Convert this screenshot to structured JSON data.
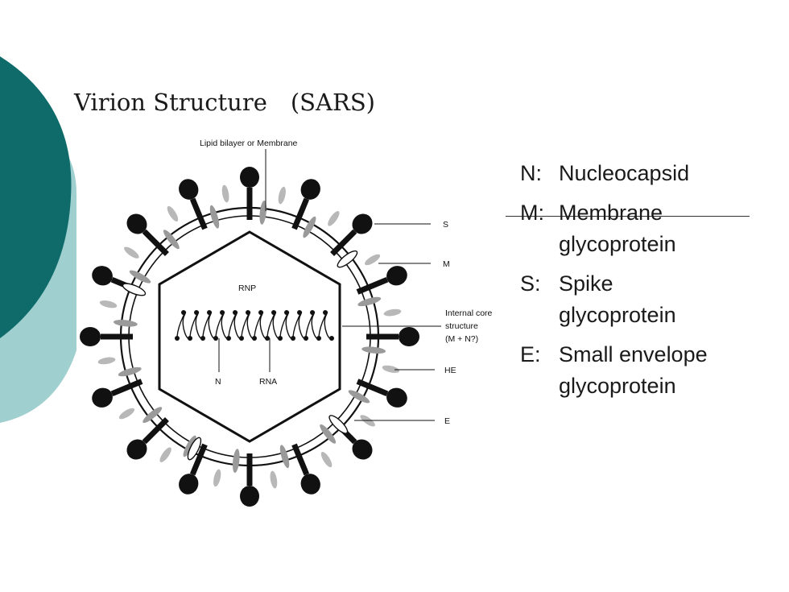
{
  "slide": {
    "title": "Virion Structure　(SARS)",
    "theme_colors": {
      "dark_teal": "#0f6b69",
      "light_teal": "#9fcfcf"
    }
  },
  "diagram": {
    "labels": {
      "membrane": "Lipid bilayer or Membrane",
      "rnp": "RNP",
      "s": "S",
      "m": "M",
      "core_line1": "Internal core",
      "core_line2": "structure",
      "core_line3": "(M + N?)",
      "he": "HE",
      "e": "E",
      "n": "N",
      "rna": "RNA"
    }
  },
  "legend": {
    "items": [
      {
        "code": "N:",
        "text": "Nucleocapsid",
        "cont": ""
      },
      {
        "code": "M:",
        "text": "Membrane",
        "cont": "glycoprotein"
      },
      {
        "code": "S:",
        "text": "Spike",
        "cont": "glycoprotein"
      },
      {
        "code": "E:",
        "text": "Small envelope",
        "cont": "glycoprotein"
      }
    ]
  }
}
